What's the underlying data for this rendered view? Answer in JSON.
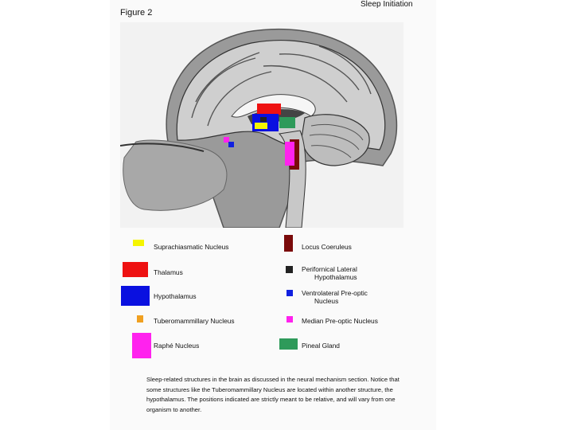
{
  "figure": {
    "label": "Figure 2",
    "header": "Sleep Initiation"
  },
  "legend": {
    "suprachiasmatic": {
      "label": "Suprachiasmatic Nucleus",
      "color": "#f5f500"
    },
    "thalamus": {
      "label": "Thalamus",
      "color": "#ee1111"
    },
    "hypothalamus": {
      "label": "Hypothalamus",
      "color": "#0a10e0"
    },
    "tuberomammillary": {
      "label": "Tuberomammillary Nucleus",
      "color": "#f0a020"
    },
    "raphe": {
      "label": "Raphé Nucleus",
      "color": "#ff22ee"
    },
    "locus_coeruleus": {
      "label": "Locus Coeruleus",
      "color": "#7a0a0a"
    },
    "perifornical_line1": "Perifornical Lateral",
    "perifornical_line2": "Hypothalamus",
    "perifornical_color": "#222222",
    "vlpo_line1": "Ventrolateral Pre-optic",
    "vlpo_line2": "Nucleus",
    "vlpo_color": "#1020e0",
    "median_preoptic": {
      "label": "Median Pre-optic Nucleus",
      "color": "#ff22ee"
    },
    "pineal": {
      "label": "Pineal Gland",
      "color": "#2e9a5a"
    }
  },
  "caption": {
    "line1": "Sleep-related structures in the brain as discussed in the neural mechanism section.  Notice that",
    "line2": "some structures like the Tuberomammillary Nucleus are located within another structure, the",
    "line3": "hypothalamus.  The positions indicated are strictly meant to be relative, and will vary from one",
    "line4": "organism to another."
  }
}
